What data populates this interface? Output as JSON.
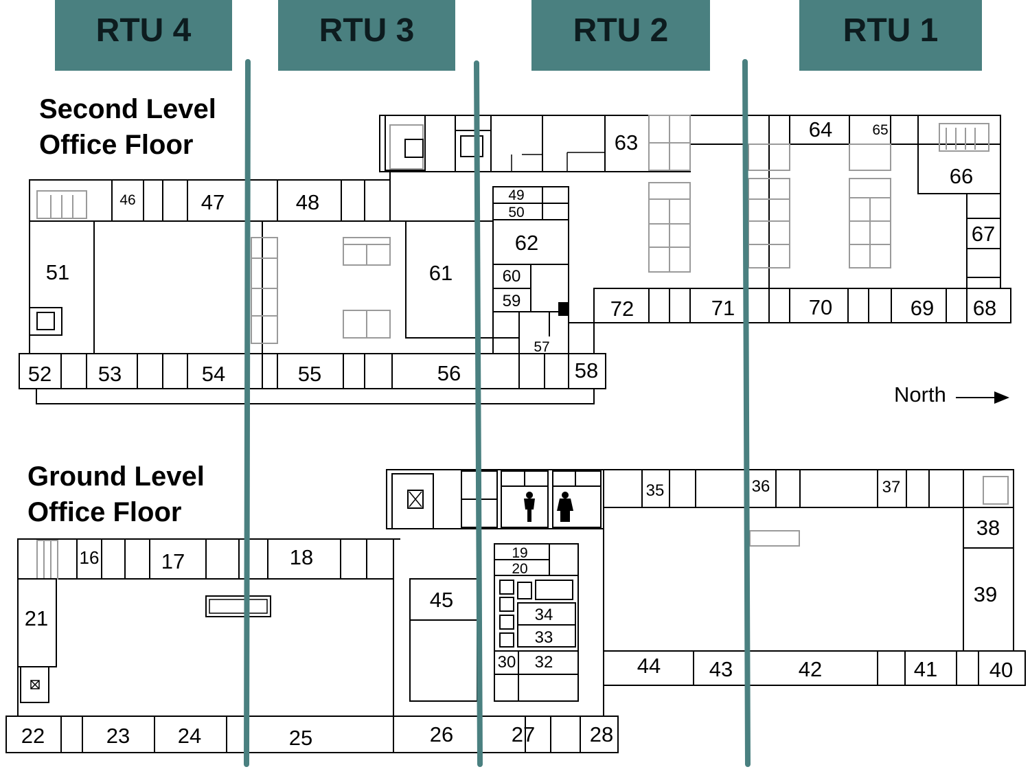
{
  "colors": {
    "rtu_fill": "#4a8080",
    "rtu_text": "#0d1c1f",
    "divider": "#4a8080",
    "wall": "#000000",
    "fixture": "#9a9a9a"
  },
  "rtus": [
    "RTU 4",
    "RTU 3",
    "RTU 2",
    "RTU 1"
  ],
  "headings": {
    "second_line1": "Second Level",
    "second_line2": "Office Floor",
    "ground_line1": "Ground Level",
    "ground_line2": "Office Floor"
  },
  "north_label": "North",
  "rooms": {
    "r16": "16",
    "r17": "17",
    "r18": "18",
    "r19": "19",
    "r20": "20",
    "r21": "21",
    "r22": "22",
    "r23": "23",
    "r24": "24",
    "r25": "25",
    "r26": "26",
    "r27": "27",
    "r28": "28",
    "r30": "30",
    "r32": "32",
    "r33": "33",
    "r34": "34",
    "r35": "35",
    "r36": "36",
    "r37": "37",
    "r38": "38",
    "r39": "39",
    "r40": "40",
    "r41": "41",
    "r42": "42",
    "r43": "43",
    "r44": "44",
    "r45": "45",
    "r46": "46",
    "r47": "47",
    "r48": "48",
    "r49": "49",
    "r50": "50",
    "r51": "51",
    "r52": "52",
    "r53": "53",
    "r54": "54",
    "r55": "55",
    "r56": "56",
    "r57": "57",
    "r58": "58",
    "r59": "59",
    "r60": "60",
    "r61": "61",
    "r62": "62",
    "r63": "63",
    "r64": "64",
    "r65": "65",
    "r66": "66",
    "r67": "67",
    "r68": "68",
    "r69": "69",
    "r70": "70",
    "r71": "71",
    "r72": "72"
  }
}
